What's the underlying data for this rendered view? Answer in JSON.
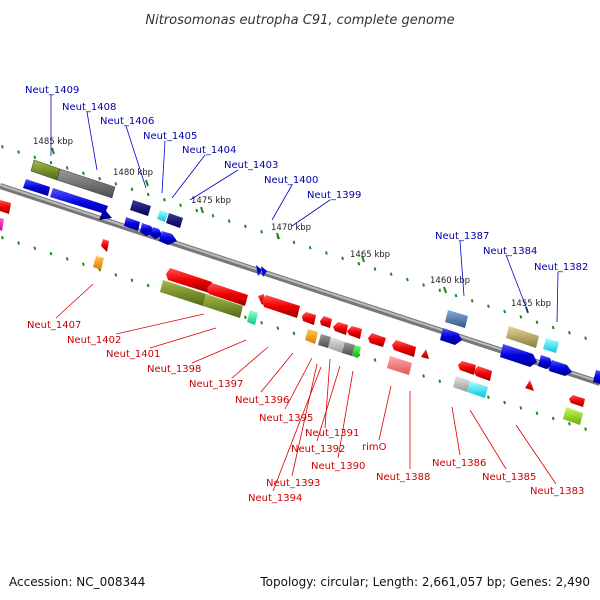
{
  "title": "Nitrosomonas eutropha C91, complete genome",
  "footer": {
    "accession": "Accession: NC_008344",
    "topology": "Topology: circular; Length: 2,661,057 bp; Genes: 2,490"
  },
  "ticks": [
    "1485 kbp",
    "1480 kbp",
    "1475 kbp",
    "1470 kbp",
    "1465 kbp",
    "1460 kbp",
    "1455 kbp"
  ],
  "top_genes": [
    "Neut_1409",
    "Neut_1408",
    "Neut_1406",
    "Neut_1405",
    "Neut_1404",
    "Neut_1403",
    "Neut_1400",
    "Neut_1399",
    "Neut_1387",
    "Neut_1384",
    "Neut_1382"
  ],
  "bottom_genes": [
    "Neut_1407",
    "Neut_1402",
    "Neut_1401",
    "Neut_1398",
    "Neut_1397",
    "Neut_1396",
    "Neut_1395",
    "Neut_1391",
    "Neut_1392",
    "Neut_1390",
    "Neut_1393",
    "Neut_1394",
    "rimO",
    "Neut_1388",
    "Neut_1386",
    "Neut_1385",
    "Neut_1383"
  ],
  "colors": {
    "forward": "#0000dd",
    "reverse": "#dd0000",
    "tick": "#1a8a1a",
    "backbone": "#888888"
  }
}
